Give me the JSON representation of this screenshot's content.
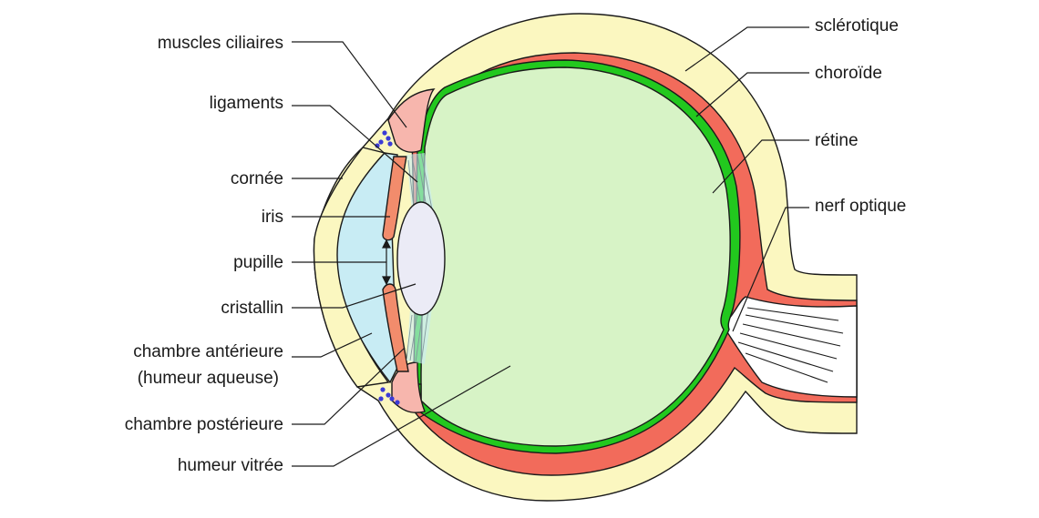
{
  "labels": {
    "muscles_ciliaires": "muscles ciliaires",
    "ligaments": "ligaments",
    "cornee": "cornée",
    "iris": "iris",
    "pupille": "pupille",
    "cristallin": "cristallin",
    "chambre_anterieure_1": "chambre antérieure",
    "chambre_anterieure_2": "(humeur aqueuse)",
    "chambre_posterieure": "chambre postérieure",
    "humeur_vitree": "humeur vitrée",
    "sclerotique": "sclérotique",
    "choroide": "choroïde",
    "retine": "rétine",
    "nerf_optique": "nerf optique"
  },
  "colors": {
    "sclera": "#fbf7c0",
    "choroid": "#f26b5b",
    "retina": "#22c81e",
    "vitreous": "#d7f3c6",
    "cornea_chamber": "#c8ecf4",
    "lens": "#ebebf6",
    "ciliary_muscle": "#f7b6ad",
    "iris": "#f28c6c",
    "ciliary_dots": "#3b3bd6",
    "outline": "#1a1a1a"
  }
}
